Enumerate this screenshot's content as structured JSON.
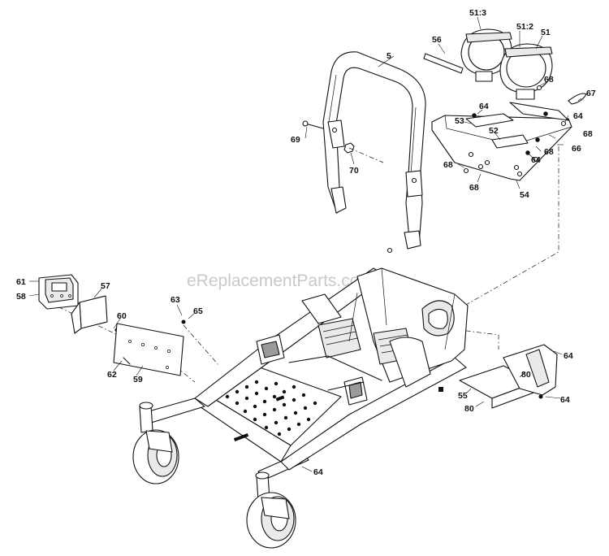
{
  "watermark": "eReplacementParts.com",
  "labels": {
    "l5": "5",
    "l51": "51",
    "l51_2": "51:2",
    "l51_3": "51:3",
    "l52": "52",
    "l53": "53",
    "l54": "54",
    "l55": "55",
    "l56": "56",
    "l57": "57",
    "l58": "58",
    "l59": "59",
    "l60": "60",
    "l61": "61",
    "l62": "62",
    "l63": "63",
    "l64": "64",
    "l65": "65",
    "l66": "66",
    "l67": "67",
    "l68": "68",
    "l69": "69",
    "l70": "70",
    "l80": "80"
  }
}
